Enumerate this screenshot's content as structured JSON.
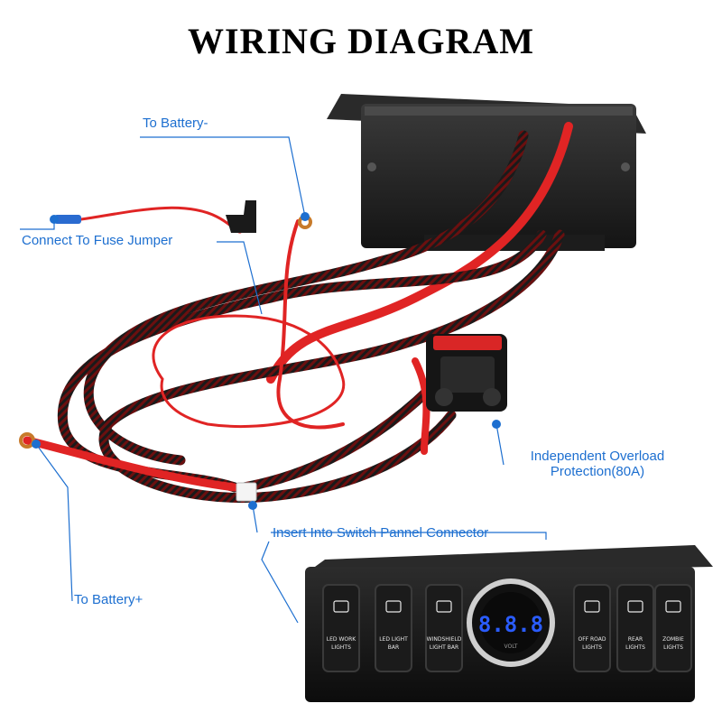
{
  "title": "WIRING DIAGRAM",
  "callouts": {
    "battery_neg": "To Battery-",
    "fuse_jumper": "Connect To Fuse Jumper",
    "overload_line1": "Independent Overload",
    "overload_line2": "Protection(80A)",
    "switch_connector": "Insert Into Switch Pannel Connector",
    "battery_pos": "To Battery+"
  },
  "switch_panel": {
    "switches": [
      {
        "line1": "LED WORK",
        "line2": "LIGHTS",
        "icon": "work-light-icon"
      },
      {
        "line1": "LED LIGHT",
        "line2": "BAR",
        "icon": "light-bar-icon"
      },
      {
        "line1": "WINDSHIELD",
        "line2": "LIGHT BAR",
        "icon": "windshield-icon"
      },
      {
        "line1": "OFF ROAD",
        "line2": "LIGHTS",
        "icon": "off-road-icon"
      },
      {
        "line1": "REAR",
        "line2": "LIGHTS",
        "icon": "rear-hand-icon"
      },
      {
        "line1": "ZOMBIE",
        "line2": "LIGHTS",
        "icon": "biohazard-icon"
      }
    ],
    "voltmeter_label": "VOLT",
    "voltmeter_display": "8.8.8"
  },
  "colors": {
    "callout": "#1d6fd0",
    "wire_red": "#e02424",
    "wire_black": "#1a1a1a",
    "braid_red": "#8a1010",
    "display_blue": "#2a5cff"
  }
}
